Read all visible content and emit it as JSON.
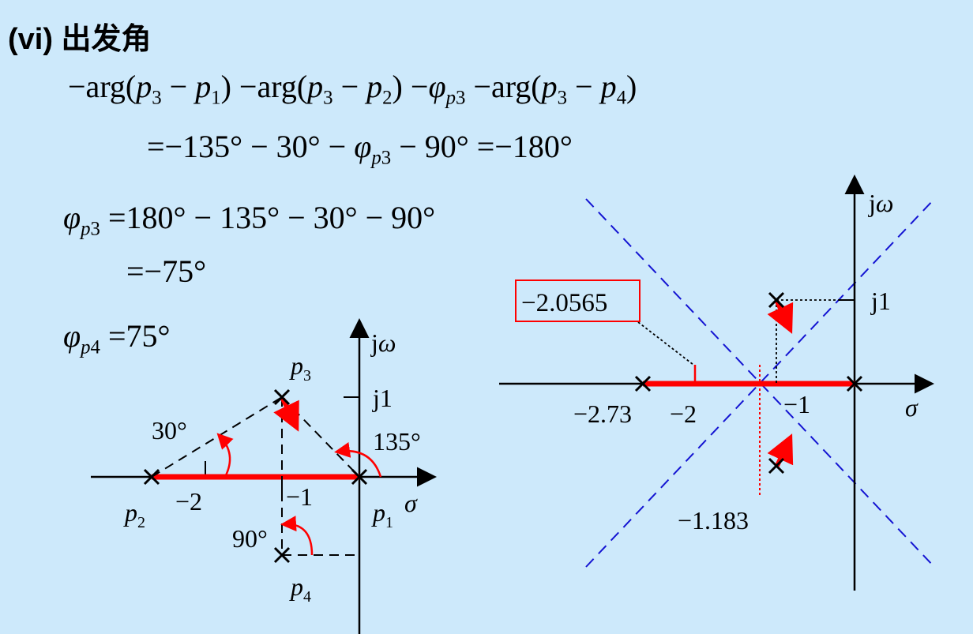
{
  "heading": "(vi) 出发角",
  "equations": {
    "line1": "−arg(p3 − p1) −arg(p3 − p2) −φp3 −arg(p3 − p4)",
    "line2": "=−135° − 30° − φp3 − 90° =−180°",
    "line3": "φp3 =180° − 135° − 30° − 90°",
    "line4": "=−75°",
    "line5": "φp4 =75°"
  },
  "left_diagram": {
    "axis_y_label": "jω",
    "axis_x_label": "σ",
    "tick_j1": "j1",
    "tick_m2": "−2",
    "tick_m1": "−1",
    "angle_30": "30°",
    "angle_135": "135°",
    "angle_90": "90°",
    "poles": [
      "p1",
      "p2",
      "p3",
      "p4"
    ]
  },
  "right_diagram": {
    "axis_y_label": "jω",
    "axis_x_label": "σ",
    "tick_j1": "j1",
    "tick_m1": "−1",
    "tick_m2": "−2",
    "tick_m273": "−2.73",
    "breakaway_value": "−2.0565",
    "centroid_value": "−1.183"
  },
  "colors": {
    "background": "#cde9fb",
    "root_locus": "#ff0000",
    "asymptote": "#1414d2",
    "axis": "#000000"
  }
}
